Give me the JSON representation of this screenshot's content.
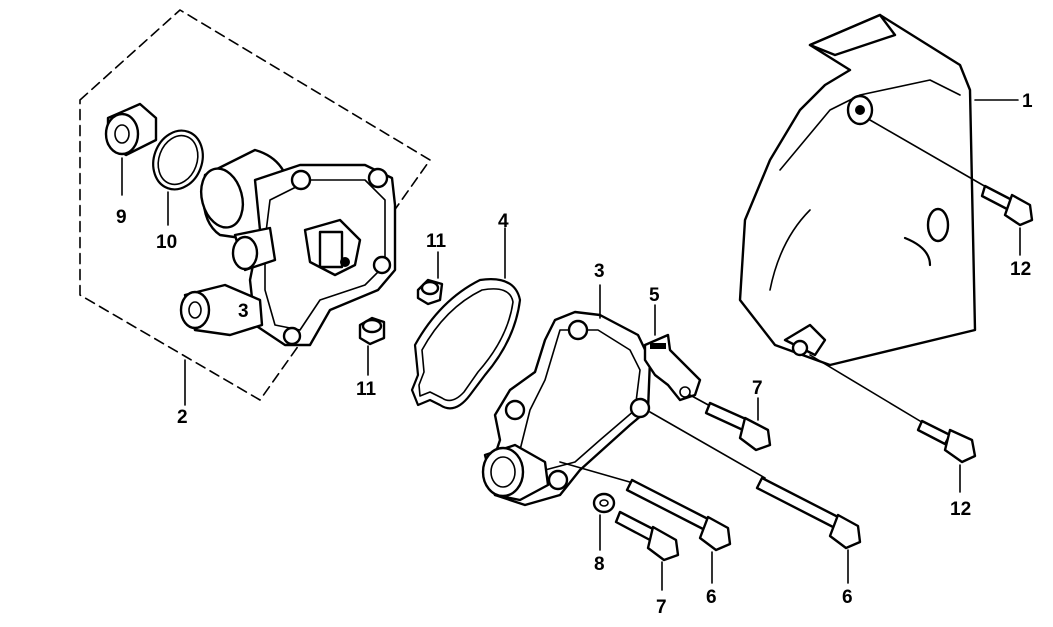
{
  "callouts": {
    "c1": "1",
    "c2": "2",
    "c3_body": "3",
    "c3": "3",
    "c4": "4",
    "c5": "5",
    "c6a": "6",
    "c6b": "6",
    "c7a": "7",
    "c7b": "7",
    "c8": "8",
    "c9": "9",
    "c10": "10",
    "c11a": "11",
    "c11b": "11",
    "c12a": "12",
    "c12b": "12"
  },
  "colors": {
    "line": "#000000",
    "background": "#ffffff"
  }
}
